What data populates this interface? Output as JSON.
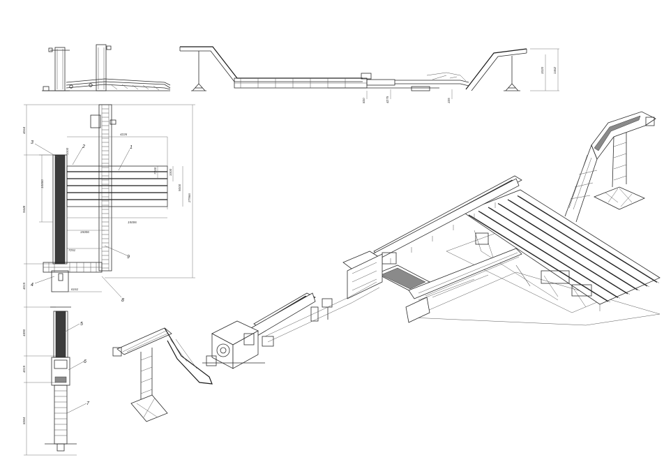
{
  "drawing": {
    "top_dimensions": [
      "3320",
      "1462",
      "830",
      "4275",
      "335"
    ],
    "left_vertical_dimensions": [
      "4064",
      "9448",
      "4015",
      "4490",
      "4015",
      "8384"
    ],
    "plan_dimensions": [
      "4226",
      "1000",
      "15006",
      "10000",
      "1000",
      "5000",
      "7200",
      "27966",
      "6161",
      "7251"
    ],
    "callouts": [
      "1",
      "2",
      "3",
      "4",
      "5",
      "6",
      "7",
      "8",
      "9"
    ]
  }
}
